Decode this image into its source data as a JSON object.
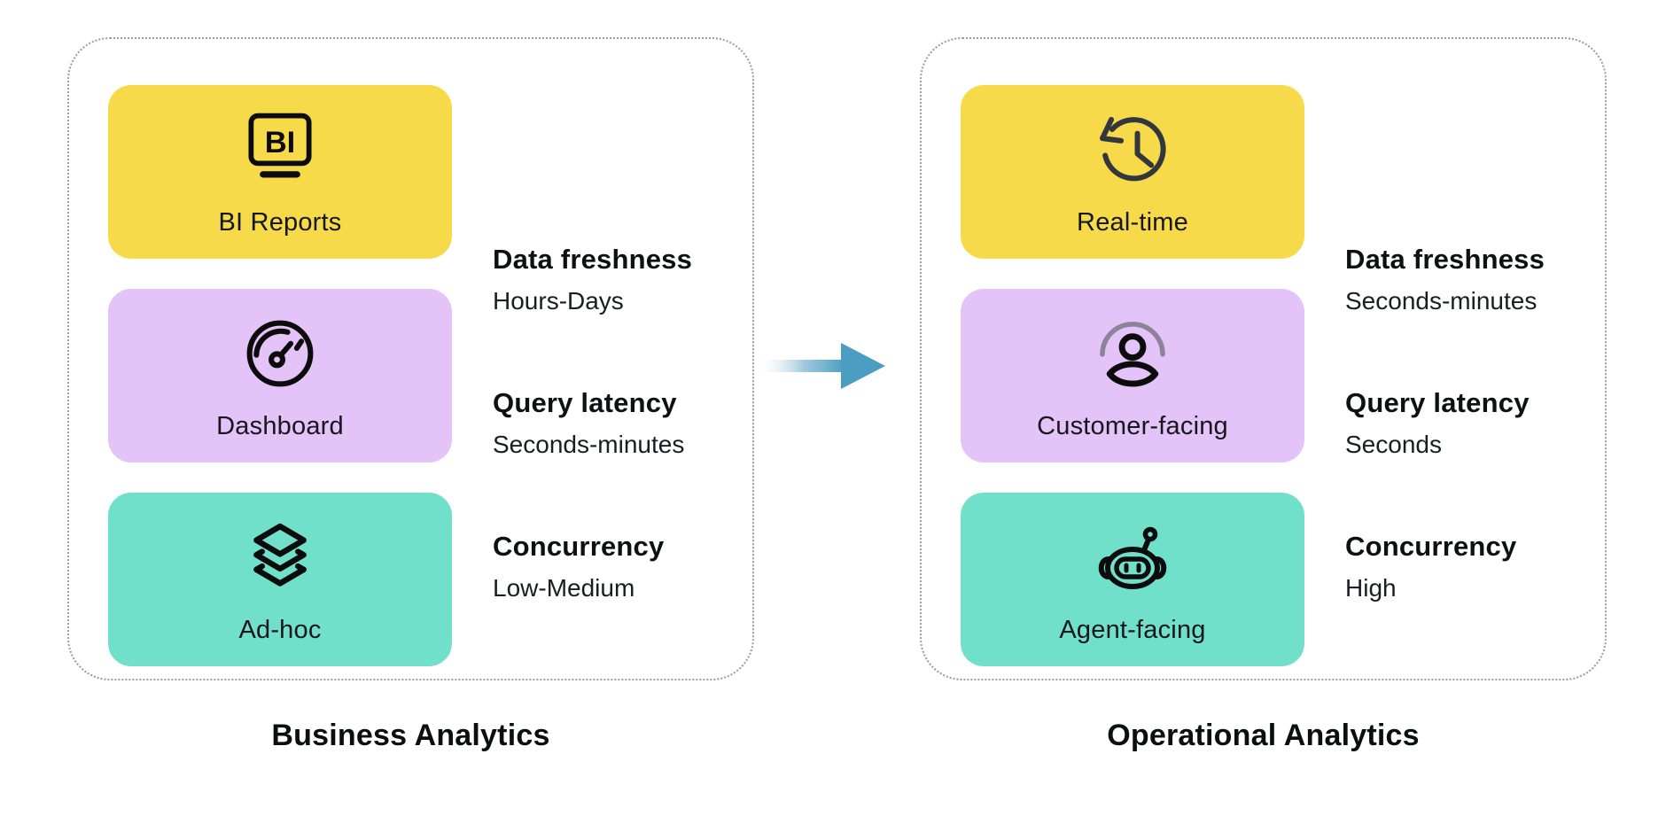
{
  "diagram": {
    "arrow": {
      "color": "#4B9EC1",
      "direction": "right"
    },
    "panels": [
      {
        "title": "Business Analytics",
        "cards": [
          {
            "label": "BI Reports",
            "icon": "bi-monitor-icon",
            "color": "#F6DA4A"
          },
          {
            "label": "Dashboard",
            "icon": "gauge-icon",
            "color": "#E3C3F8"
          },
          {
            "label": "Ad-hoc",
            "icon": "layers-icon",
            "color": "#71E0CB"
          }
        ],
        "specs": [
          {
            "label": "Data freshness",
            "value": "Hours-Days"
          },
          {
            "label": "Query latency",
            "value": "Seconds-minutes"
          },
          {
            "label": "Concurrency",
            "value": "Low-Medium"
          }
        ]
      },
      {
        "title": "Operational Analytics",
        "cards": [
          {
            "label": "Real-time",
            "icon": "history-clock-icon",
            "color": "#F6DA4A"
          },
          {
            "label": "Customer-facing",
            "icon": "user-icon",
            "color": "#E3C3F8"
          },
          {
            "label": "Agent-facing",
            "icon": "robot-icon",
            "color": "#71E0CB"
          }
        ],
        "specs": [
          {
            "label": "Data freshness",
            "value": "Seconds-minutes"
          },
          {
            "label": "Query latency",
            "value": "Seconds"
          },
          {
            "label": "Concurrency",
            "value": "High"
          }
        ]
      }
    ]
  }
}
